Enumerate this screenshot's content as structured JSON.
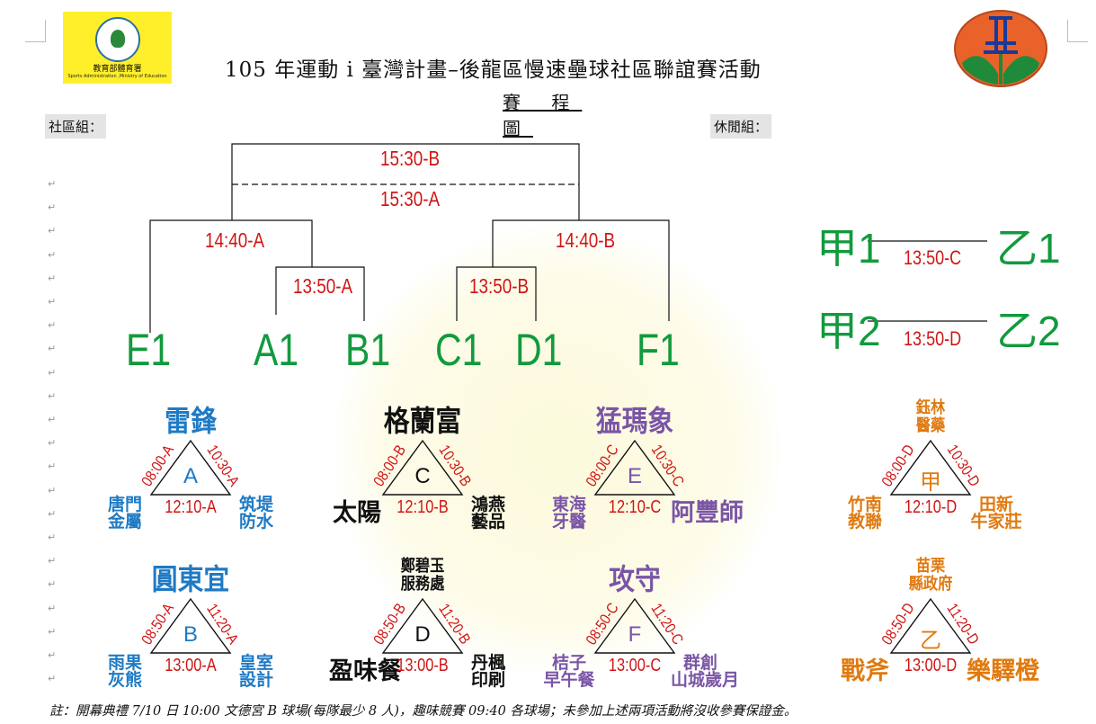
{
  "header": {
    "title": "105 年運動 i 臺灣計畫–後龍區慢速壘球社區聯誼賽活動",
    "subtitle": "賽 程 圖",
    "logo_left_cn": "教育部體育署",
    "logo_left_en": "Sports Administration ,Ministry of Education"
  },
  "sections": {
    "community": "社區組：",
    "leisure": "休閒組："
  },
  "bracket": {
    "final_b": "15:30-B",
    "final_a": "15:30-A",
    "semi_left": "14:40-A",
    "semi_right": "14:40-B",
    "qf_left": "13:50-A",
    "qf_right": "13:50-B",
    "seeds": [
      "E1",
      "A1",
      "B1",
      "C1",
      "D1",
      "F1"
    ]
  },
  "leisure_matches": [
    {
      "left": "甲1",
      "right": "乙1",
      "time": "13:50-C"
    },
    {
      "left": "甲2",
      "right": "乙2",
      "time": "13:50-D"
    }
  ],
  "groups": [
    {
      "id": "A",
      "color": "#1f7ac4",
      "top": "雷鋒",
      "left": "唐門\n金屬",
      "right": "筑堤\n防水",
      "t_left": "08:00-A",
      "t_right": "10:30-A",
      "t_bottom": "12:10-A"
    },
    {
      "id": "C",
      "color": "#111111",
      "top": "格蘭富",
      "left": "太陽",
      "right": "鴻燕\n藝品",
      "t_left": "08:00-B",
      "t_right": "10:30-B",
      "t_bottom": "12:10-B"
    },
    {
      "id": "E",
      "color": "#7a55a6",
      "top": "猛瑪象",
      "left": "東海\n牙醫",
      "right": "阿豐師",
      "t_left": "08:00-C",
      "t_right": "10:30-C",
      "t_bottom": "12:10-C"
    },
    {
      "id": "甲",
      "color": "#e07a10",
      "top": "鈺林\n醫藥",
      "left": "竹南\n教聯",
      "right": "田新\n牛家莊",
      "t_left": "08:00-D",
      "t_right": "10:30-D",
      "t_bottom": "12:10-D"
    },
    {
      "id": "B",
      "color": "#1f7ac4",
      "top": "圓東宜",
      "left": "雨果\n灰熊",
      "right": "皇室\n設計",
      "t_left": "08:50-A",
      "t_right": "11:20-A",
      "t_bottom": "13:00-A"
    },
    {
      "id": "D",
      "color": "#111111",
      "top": "鄭碧玉\n服務處",
      "left": "盈味餐",
      "right": "丹楓\n印刷",
      "t_left": "08:50-B",
      "t_right": "11:20-B",
      "t_bottom": "13:00-B"
    },
    {
      "id": "F",
      "color": "#7a55a6",
      "top": "攻守",
      "left": "桔子\n早午餐",
      "right": "群創\n山城歲月",
      "t_left": "08:50-C",
      "t_right": "11:20-C",
      "t_bottom": "13:00-C"
    },
    {
      "id": "乙",
      "color": "#e07a10",
      "top": "苗栗\n縣政府",
      "left": "戰斧",
      "right": "樂驛橙",
      "t_left": "08:50-D",
      "t_right": "11:20-D",
      "t_bottom": "13:00-D"
    }
  ],
  "footer": "註：開幕典禮 7/10 日 10:00 文德宮 B 球場(每隊最少 8 人)，趣味競賽 09:40 各球場；未參加上述兩項活動將沒收參賽保證金。",
  "colors": {
    "red": "#d01515",
    "green": "#129a3e"
  }
}
